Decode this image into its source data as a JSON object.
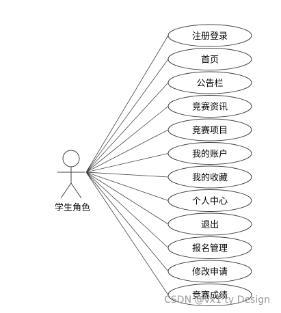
{
  "diagram": {
    "actor": {
      "label": "学生角色",
      "icon": "stick-figure-actor-icon"
    },
    "use_cases": [
      "注册登录",
      "首页",
      "公告栏",
      "竞赛资讯",
      "竞赛项目",
      "我的账户",
      "我的收藏",
      "个人中心",
      "退出",
      "报名管理",
      "修改申请",
      "竞赛成绩"
    ],
    "colors": {
      "ellipse_fill": "#ffffff",
      "stroke": "#404040",
      "text": "#000000",
      "watermark": "#9a9a9a"
    }
  },
  "watermark": "CSDN @vx1  ty  Design"
}
